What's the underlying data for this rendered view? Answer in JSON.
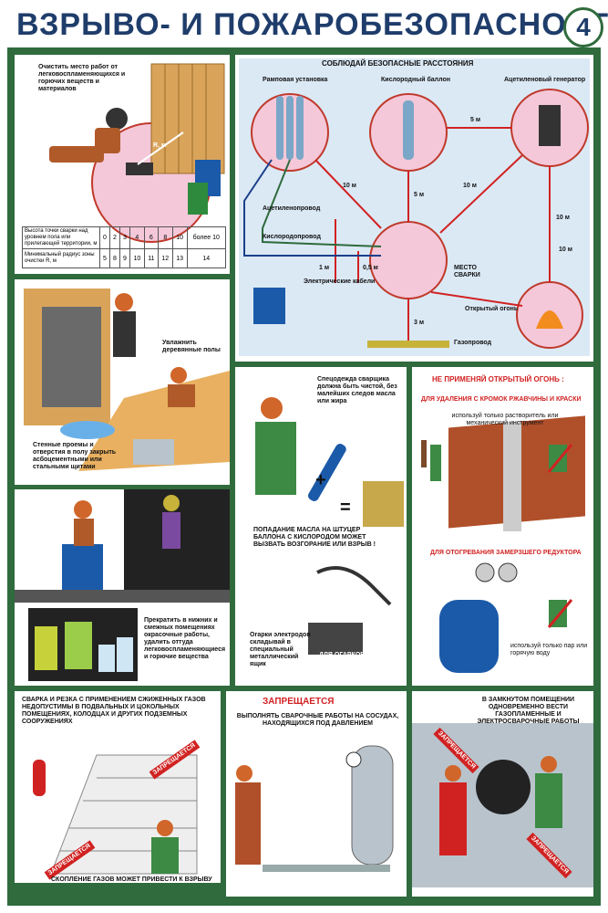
{
  "title": "ВЗРЫВО- И ПОЖАРОБЕЗОПАСНОСТЬ",
  "number": "4",
  "panel1": {
    "text": "Очистить место работ от легковоспламеняющихся и горючих веществ и материалов",
    "rx": "R, м",
    "table": {
      "row1_head": "Высота точки сварки над уровнем пола или прилегающей территории, м",
      "row1": [
        "0",
        "2",
        "3",
        "4",
        "6",
        "8",
        "10",
        "более 10"
      ],
      "row2_head": "Минимальный радиус зоны очистки R, м",
      "row2": [
        "5",
        "8",
        "9",
        "10",
        "11",
        "12",
        "13",
        "14"
      ]
    }
  },
  "panel2": {
    "title": "СОБЛЮДАЙ БЕЗОПАСНЫЕ РАССТОЯНИЯ",
    "ramp": "Рамповая установка",
    "oxy": "Кислородный баллон",
    "acet": "Ацетиленовый генератор",
    "acet_line": "Ацетиленопровод",
    "oxy_line": "Кислородопровод",
    "cables": "Электрические кабели",
    "place": "МЕСТО СВАРКИ",
    "fire": "Открытый огонь",
    "gas": "Газопровод",
    "d5a": "5 м",
    "d10a": "10 м",
    "d5b": "5 м",
    "d10b": "10 м",
    "d10c": "10 м",
    "d1": "1 м",
    "d05": "0,5 м",
    "d3": "3 м",
    "d10d": "10 м"
  },
  "panel3": {
    "wet": "Увлажнить деревянные полы",
    "cover": "Стенные проемы и отверстия в полу закрыть асбоцементными или стальными щитами"
  },
  "panel4": {
    "text": "Прекратить в нижних и смежных помещениях окрасочные работы, удалить оттуда легковоспламеняющиеся и горючие вещества"
  },
  "panel5": {
    "clothes": "Спецодежда сварщика должна быть чистой, без малейших следов масла или жира",
    "oil": "ПОПАДАНИЕ МАСЛА НА ШТУЦЕР БАЛЛОНА С КИСЛОРОДОМ МОЖЕТ ВЫЗВАТЬ ВОЗГОРАНИЕ ИЛИ ВЗРЫВ !",
    "stubs": "Огарки электродов складывай в специальный металлический ящик",
    "box": "ДЛЯ ОГАРКОВ"
  },
  "panel6": {
    "title": "НЕ ПРИМЕНЯЙ ОТКРЫТЫЙ ОГОНЬ :",
    "sub1": "ДЛЯ УДАЛЕНИЯ С КРОМОК РЖАВЧИНЫ И КРАСКИ",
    "t1": "используй только растворитель или механический инструмент",
    "sub2": "ДЛЯ ОТОГРЕВАНИЯ ЗАМЕРЗШЕГО РЕДУКТОРА",
    "t2": "используй только пар или горячую воду"
  },
  "panel7": {
    "top": "СВАРКА И РЕЗКА С ПРИМЕНЕНИЕМ СЖИЖЕННЫХ ГАЗОВ НЕДОПУСТИМЫ В ПОДВАЛЬНЫХ И ЦОКОЛЬНЫХ ПОМЕЩЕНИЯХ, КОЛОДЦАХ И ДРУГИХ ПОДЗЕМНЫХ СООРУЖЕНИЯХ",
    "forbid": "ЗАПРЕЩАЕТСЯ",
    "bottom": "СКОПЛЕНИЕ ГАЗОВ МОЖЕТ ПРИВЕСТИ К ВЗРЫВУ"
  },
  "panel8": {
    "title": "ЗАПРЕЩАЕТСЯ",
    "text": "ВЫПОЛНЯТЬ СВАРОЧНЫЕ РАБОТЫ НА СОСУДАХ, НАХОДЯЩИХСЯ ПОД ДАВЛЕНИЕМ"
  },
  "panel9": {
    "text": "В ЗАМКНУТОМ ПОМЕЩЕНИИ ОДНОВРЕМЕННО ВЕСТИ ГАЗОПЛАМЕННЫЕ И ЭЛЕКТРОСВАРОЧНЫЕ РАБОТЫ",
    "forbid": "ЗАПРЕЩАЕТСЯ"
  }
}
